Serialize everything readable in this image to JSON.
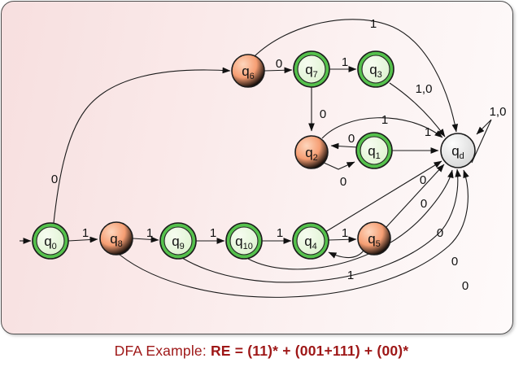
{
  "title": "DFA state diagram",
  "caption": {
    "prefix": "DFA Example: ",
    "formula": "RE = (11)* + (001+111) + (00)*"
  },
  "colors": {
    "accepting_ring_green": "#55c14c",
    "accepting_fill_light_green": "#eefae4",
    "plain_state_orange": "#f5946a",
    "dead_state_gray": "#dedede",
    "edge_black": "#1b1b1b",
    "caption_dark_red": "#9e1717",
    "panel_pink": "#f8e2e2"
  },
  "states": [
    {
      "id": "q0",
      "base": "q",
      "sub": "0",
      "kind": "accepting",
      "start": true
    },
    {
      "id": "q8",
      "base": "q",
      "sub": "8",
      "kind": "plain"
    },
    {
      "id": "q9",
      "base": "q",
      "sub": "9",
      "kind": "accepting"
    },
    {
      "id": "q10",
      "base": "q",
      "sub": "10",
      "kind": "accepting"
    },
    {
      "id": "q4",
      "base": "q",
      "sub": "4",
      "kind": "accepting"
    },
    {
      "id": "q5",
      "base": "q",
      "sub": "5",
      "kind": "plain"
    },
    {
      "id": "q6",
      "base": "q",
      "sub": "6",
      "kind": "plain"
    },
    {
      "id": "q7",
      "base": "q",
      "sub": "7",
      "kind": "accepting"
    },
    {
      "id": "q3",
      "base": "q",
      "sub": "3",
      "kind": "accepting"
    },
    {
      "id": "q2",
      "base": "q",
      "sub": "2",
      "kind": "plain"
    },
    {
      "id": "q1",
      "base": "q",
      "sub": "1",
      "kind": "accepting"
    },
    {
      "id": "qd",
      "base": "q",
      "sub": "d",
      "kind": "dead"
    }
  ],
  "edges": [
    {
      "from": "q0",
      "to": "q8",
      "label": "1"
    },
    {
      "from": "q8",
      "to": "q9",
      "label": "1"
    },
    {
      "from": "q9",
      "to": "q10",
      "label": "1"
    },
    {
      "from": "q10",
      "to": "q4",
      "label": "1"
    },
    {
      "from": "q4",
      "to": "q5",
      "label": "1"
    },
    {
      "from": "q5",
      "to": "q4",
      "label": "1"
    },
    {
      "from": "q0",
      "to": "q6",
      "label": "0"
    },
    {
      "from": "q6",
      "to": "q7",
      "label": "0"
    },
    {
      "from": "q7",
      "to": "q3",
      "label": "1"
    },
    {
      "from": "q7",
      "to": "q2",
      "label": "0"
    },
    {
      "from": "q6",
      "to": "qd",
      "label": "1"
    },
    {
      "from": "q3",
      "to": "qd",
      "label": "1,0"
    },
    {
      "from": "q2",
      "to": "qd",
      "label": "1"
    },
    {
      "from": "q1",
      "to": "qd",
      "label": "1"
    },
    {
      "from": "q1",
      "to": "q2",
      "label": "0"
    },
    {
      "from": "q2",
      "to": "q1",
      "label": "0"
    },
    {
      "from": "qd",
      "to": "qd",
      "label": "1,0"
    },
    {
      "from": "q4",
      "to": "qd",
      "label": "0"
    },
    {
      "from": "q5",
      "to": "qd",
      "label": "0"
    },
    {
      "from": "q10",
      "to": "qd",
      "label": "0"
    },
    {
      "from": "q9",
      "to": "qd",
      "label": "0"
    },
    {
      "from": "q8",
      "to": "qd",
      "label": "0"
    }
  ]
}
